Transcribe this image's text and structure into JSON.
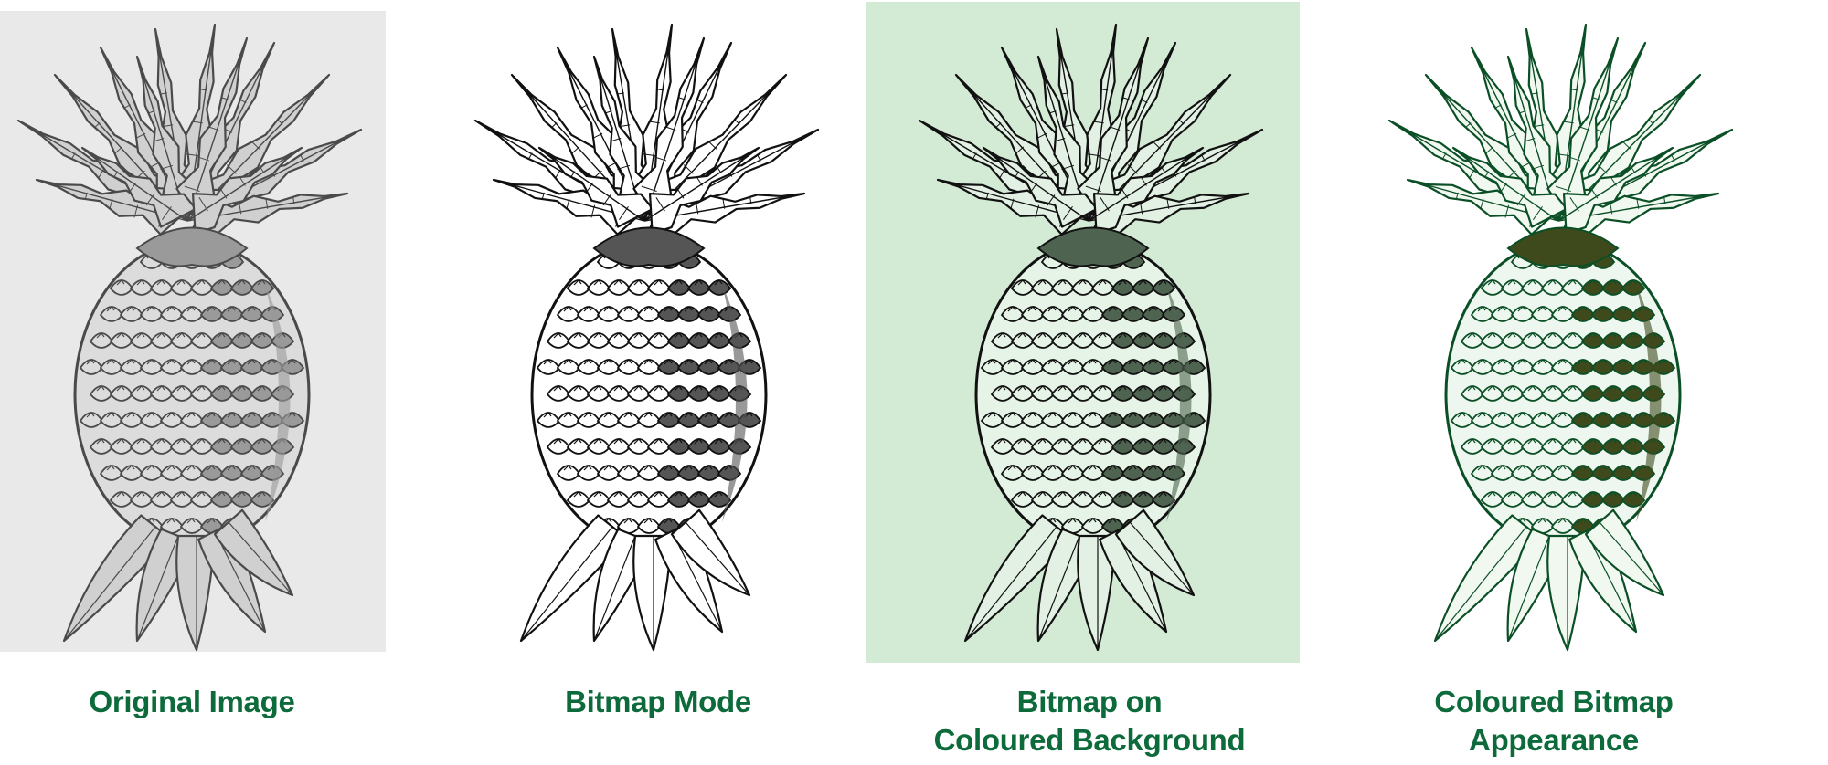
{
  "colors": {
    "caption": "#0d6b3b",
    "original_bg": "#e8e8e8",
    "original_ink": "#4a4a4a",
    "bitmap_ink": "#111111",
    "coloured_bg": "#d3ead5",
    "coloured_ink": "#0b4f26",
    "coloured_light": "#2e7d45"
  },
  "panels": [
    {
      "id": "original",
      "caption_lines": [
        "Original Image"
      ],
      "icon": "pineapple-illustration"
    },
    {
      "id": "bitmap",
      "caption_lines": [
        "Bitmap Mode"
      ],
      "icon": "pineapple-illustration"
    },
    {
      "id": "bitmap-bg",
      "caption_lines": [
        "Bitmap on",
        "Coloured Background"
      ],
      "icon": "pineapple-illustration"
    },
    {
      "id": "coloured",
      "caption_lines": [
        "Coloured Bitmap",
        "Appearance"
      ],
      "icon": "pineapple-illustration"
    }
  ]
}
